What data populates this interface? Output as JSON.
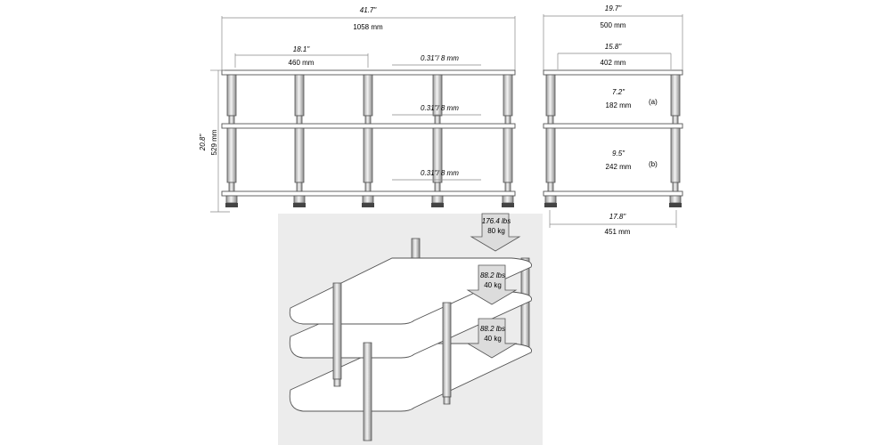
{
  "front_view": {
    "overall_width": {
      "inches": "41.7\"",
      "mm": "1058 mm"
    },
    "post_spacing": {
      "inches": "18.1\"",
      "mm": "460 mm"
    },
    "shelf_thickness": [
      {
        "label": "0.31\"/ 8 mm"
      },
      {
        "label": "0.31\"/ 8 mm"
      },
      {
        "label": "0.31\"/ 8 mm"
      }
    ],
    "overall_height": {
      "inches": "20.8\"",
      "mm": "529 mm"
    }
  },
  "side_view": {
    "overall_depth": {
      "inches": "19.7\"",
      "mm": "500 mm"
    },
    "post_depth": {
      "inches": "15.8\"",
      "mm": "402 mm"
    },
    "gap_a": {
      "inches": "7.2\"",
      "mm": "182 mm",
      "tag": "(a)"
    },
    "gap_b": {
      "inches": "9.5\"",
      "mm": "242 mm",
      "tag": "(b)"
    },
    "foot_depth": {
      "inches": "17.8\"",
      "mm": "451 mm"
    }
  },
  "load_ratings": [
    {
      "lbs": "176.4 lbs",
      "kg": "80 kg"
    },
    {
      "lbs": "88.2 lbs",
      "kg": "40 kg"
    },
    {
      "lbs": "88.2 lbs",
      "kg": "40 kg"
    }
  ],
  "colors": {
    "panel_bg": "#ececec",
    "line": "#555555",
    "arrow_fill": "#dcdcdc"
  }
}
